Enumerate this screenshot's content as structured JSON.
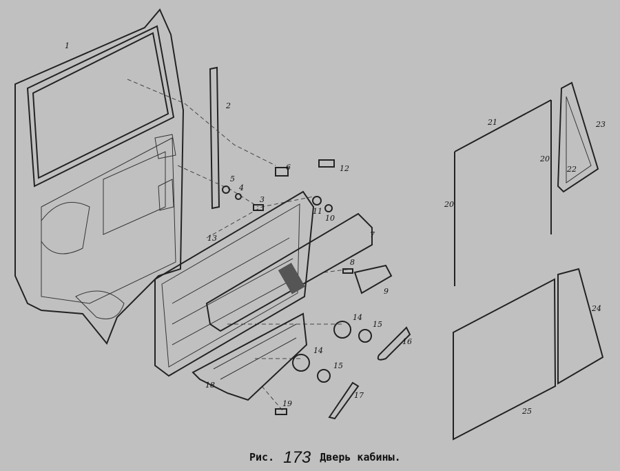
{
  "caption": {
    "prefix": "Рис.",
    "number": "173",
    "title": "Дверь кабины."
  },
  "labels": [
    "1",
    "2",
    "3",
    "4",
    "5",
    "6",
    "7",
    "8",
    "9",
    "10",
    "11",
    "12",
    "13",
    "14",
    "14",
    "15",
    "15",
    "16",
    "17",
    "18",
    "19",
    "20",
    "20",
    "21",
    "22",
    "23",
    "24",
    "25"
  ]
}
